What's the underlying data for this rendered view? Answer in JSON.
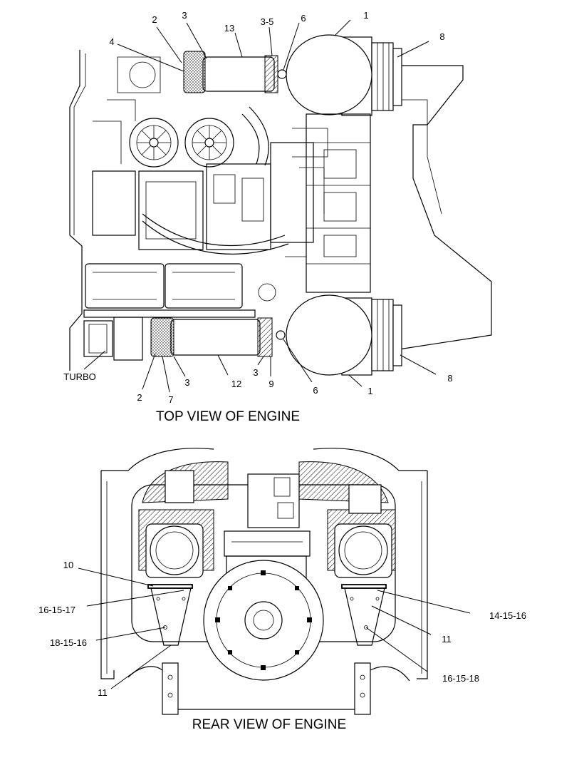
{
  "views": {
    "top": {
      "caption": "TOP VIEW OF ENGINE",
      "callouts": {
        "c1a": "1",
        "c2a": "2",
        "c3a": "3",
        "c4": "4",
        "c13": "13",
        "c35": "3-5",
        "c6a": "6",
        "c8a": "8",
        "turbo": "TURBO",
        "c2b": "2",
        "c7": "7",
        "c3b": "3",
        "c12": "12",
        "c3c": "3",
        "c9": "9",
        "c6b": "6",
        "c1b": "1",
        "c8b": "8"
      }
    },
    "rear": {
      "caption": "REAR VIEW OF ENGINE",
      "callouts": {
        "c10": "10",
        "c161517": "16-15-17",
        "c181516": "18-15-16",
        "c11a": "11",
        "c141516": "14-15-16",
        "c11b": "11",
        "c161518": "16-15-18"
      }
    }
  }
}
